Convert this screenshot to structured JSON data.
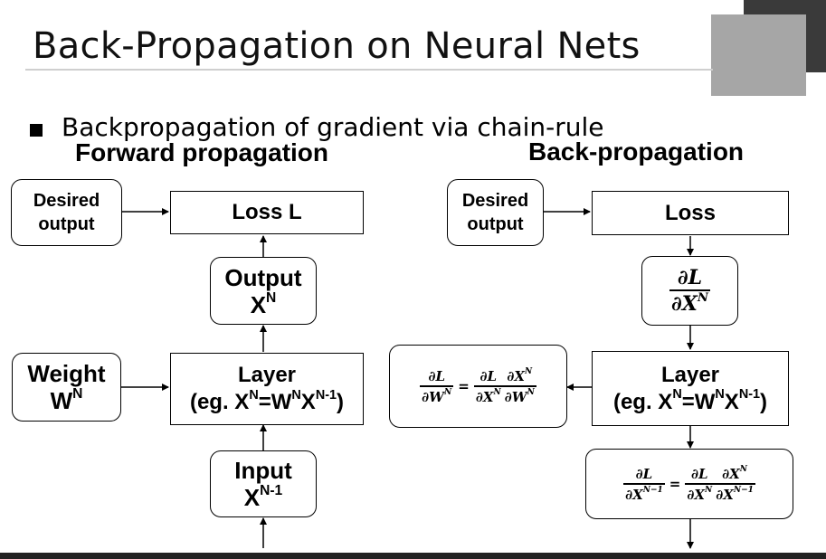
{
  "slide": {
    "title": "Back-Propagation on Neural Nets",
    "bullet": "Backpropagation of gradient via chain-rule"
  },
  "forward": {
    "heading": "Forward propagation",
    "desired_line1": "Desired",
    "desired_line2": "output",
    "loss": "Loss L",
    "output_line1": "Output",
    "output_x": "X",
    "output_sup": "N",
    "weight_line1": "Weight",
    "weight_w": "W",
    "weight_sup": "N",
    "layer_line1": "Layer",
    "layer_eq_prefix": "(eg. X",
    "layer_eq_sup1": "N",
    "layer_eq_mid1": "=W",
    "layer_eq_sup2": "N",
    "layer_eq_mid2": "X",
    "layer_eq_sup3": "N-1",
    "layer_eq_suffix": ")",
    "input_line1": "Input",
    "input_x": "X",
    "input_sup": "N-1"
  },
  "backward": {
    "heading": "Back-propagation",
    "desired_line1": "Desired",
    "desired_line2": "output",
    "loss": "Loss",
    "dldx_num": "∂L",
    "dldx_den": "∂X",
    "dldx_den_sup": "N",
    "layer_line1": "Layer",
    "layer_eq_prefix": "(eg. X",
    "layer_eq_sup1": "N",
    "layer_eq_mid1": "=W",
    "layer_eq_sup2": "N",
    "layer_eq_mid2": "X",
    "layer_eq_sup3": "N-1",
    "layer_eq_suffix": ")",
    "eqw": {
      "l_num": "∂L",
      "l_den": "∂W",
      "l_den_sup": "N",
      "equals": "=",
      "r1_num": "∂L",
      "r1_den": "∂X",
      "r1_den_sup": "N",
      "r2_num": "∂X",
      "r2_num_sup": "N",
      "r2_den": "∂W",
      "r2_den_sup": "N"
    },
    "eqx": {
      "l_num": "∂L",
      "l_den": "∂X",
      "l_den_sup": "N−1",
      "equals": "=",
      "r1_num": "∂L",
      "r1_den": "∂X",
      "r1_den_sup": "N",
      "r2_num": "∂X",
      "r2_num_sup": "N",
      "r2_den": "∂X",
      "r2_den_sup": "N−1"
    }
  }
}
